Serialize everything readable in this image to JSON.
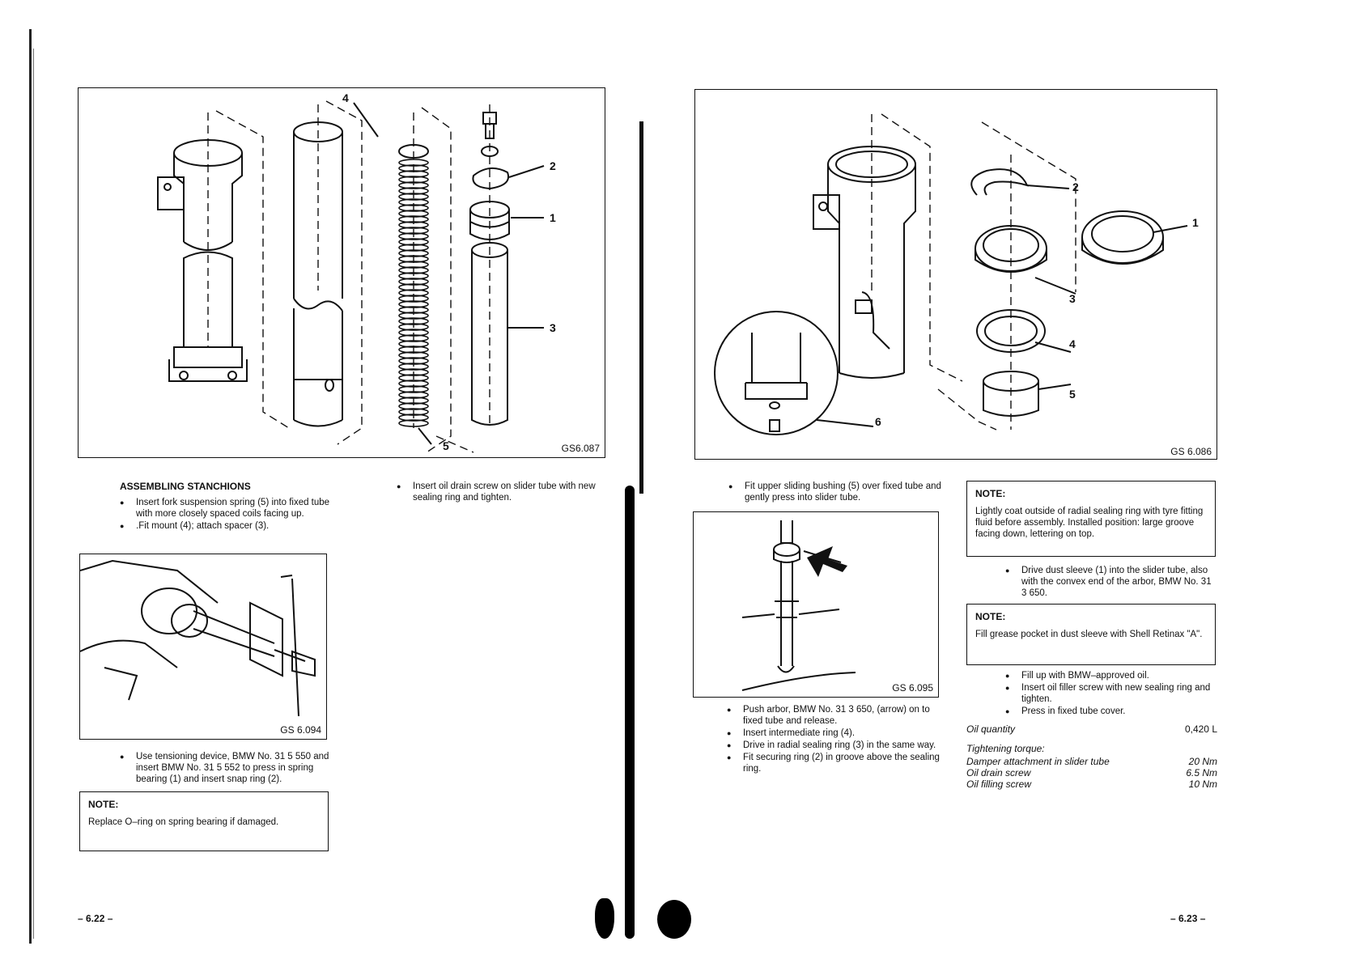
{
  "left_page": {
    "figure_main": {
      "code": "GS6.087",
      "callouts": [
        "4",
        "2",
        "1",
        "3",
        "5"
      ]
    },
    "heading": "ASSEMBLING STANCHIONS",
    "bullets_a": [
      "Insert fork suspension spring (5) into fixed tube with more closely spaced coils facing up.",
      ".Fit mount (4); attach spacer (3)."
    ],
    "figure_tool": {
      "code": "GS 6.094"
    },
    "bullets_b": [
      "Use tensioning device, BMW No. 31 5 550 and insert BMW No. 31 5 552 to press in spring bearing (1) and insert snap ring (2)."
    ],
    "note": {
      "title": "NOTE:",
      "body": "Replace O–ring on spring bearing if damaged."
    },
    "bullets_c": [
      "Insert oil drain screw on slider tube with new sealing ring and tighten."
    ],
    "page_number": "– 6.22 –"
  },
  "right_page": {
    "figure_main": {
      "code": "GS 6.086",
      "callouts": [
        "2",
        "1",
        "3",
        "4",
        "5",
        "6"
      ]
    },
    "bullets_a": [
      "Fit upper sliding bushing (5) over fixed tube and gently press into slider tube."
    ],
    "figure_arbor": {
      "code": "GS 6.095"
    },
    "bullets_b": [
      "Push arbor, BMW No. 31 3 650, (arrow) on to fixed tube and release.",
      "Insert intermediate ring (4).",
      "Drive in radial sealing ring (3) in the same way.",
      "Fit securing ring (2) in groove above the sealing ring."
    ],
    "note1": {
      "title": "NOTE:",
      "body": "Lightly coat outside of radial sealing ring with tyre fitting fluid before assembly. Installed position: large groove facing down, lettering on top."
    },
    "bullets_c": [
      "Drive dust sleeve (1) into the slider tube, also with the convex end of the arbor, BMW No. 31 3 650."
    ],
    "note2": {
      "title": "NOTE:",
      "body": "Fill grease pocket in dust sleeve with Shell Retinax \"A\"."
    },
    "bullets_d": [
      "Fill up with BMW–approved oil.",
      "Insert oil filler screw with new sealing ring and tighten.",
      "Press in fixed tube cover."
    ],
    "specs": {
      "oil_quantity_label": "Oil quantity",
      "oil_quantity_value": "0,420  L",
      "torque_heading": "Tightening torque:",
      "rows": [
        {
          "label": "Damper attachment in slider tube",
          "value": "20 Nm"
        },
        {
          "label": "Oil drain screw",
          "value": "6.5 Nm"
        },
        {
          "label": "Oil filling screw",
          "value": "10 Nm"
        }
      ]
    },
    "page_number": "– 6.23 –"
  }
}
